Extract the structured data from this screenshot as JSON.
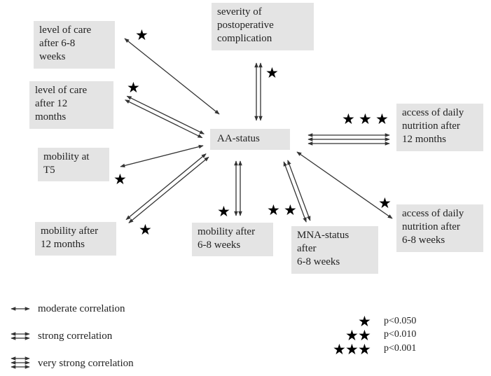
{
  "center": {
    "label": "AA-status"
  },
  "nodes": [
    {
      "id": "care-6-8w",
      "lines": [
        "level of care",
        "after 6-8",
        "weeks"
      ],
      "strength": "moderate",
      "stars": 1
    },
    {
      "id": "complication",
      "lines": [
        "severity of",
        "postoperative",
        "complication"
      ],
      "strength": "strong",
      "stars": 1
    },
    {
      "id": "care-12m",
      "lines": [
        "level of care",
        "after 12",
        "months"
      ],
      "strength": "strong",
      "stars": 1
    },
    {
      "id": "nutrition-12m",
      "lines": [
        "access of daily",
        "nutrition after",
        "12 months"
      ],
      "strength": "very-strong",
      "stars": 3
    },
    {
      "id": "mobility-t5",
      "lines": [
        "mobility at",
        "T5"
      ],
      "strength": "moderate",
      "stars": 1
    },
    {
      "id": "mobility-12m",
      "lines": [
        "mobility after",
        "12 months"
      ],
      "strength": "strong",
      "stars": 1
    },
    {
      "id": "mobility-6-8w",
      "lines": [
        "mobility after",
        "6-8 weeks"
      ],
      "strength": "strong",
      "stars": 1
    },
    {
      "id": "mna-6-8w",
      "lines": [
        "MNA-status",
        "after",
        "6-8 weeks"
      ],
      "strength": "strong",
      "stars": 2
    },
    {
      "id": "nutrition-6-8w",
      "lines": [
        "access of daily",
        "nutrition after",
        "6-8 weeks"
      ],
      "strength": "moderate",
      "stars": 1
    }
  ],
  "legend": {
    "moderate": "moderate correlation",
    "strong": "strong correlation",
    "very_strong": "very strong correlation"
  },
  "significance": [
    {
      "stars": 1,
      "label": "p<0.050"
    },
    {
      "stars": 2,
      "label": "p<0.010"
    },
    {
      "stars": 3,
      "label": "p<0.001"
    }
  ],
  "star_glyph": "★",
  "colors": {
    "box": "#e4e4e4",
    "arrow": "#333333",
    "text": "#222222"
  }
}
